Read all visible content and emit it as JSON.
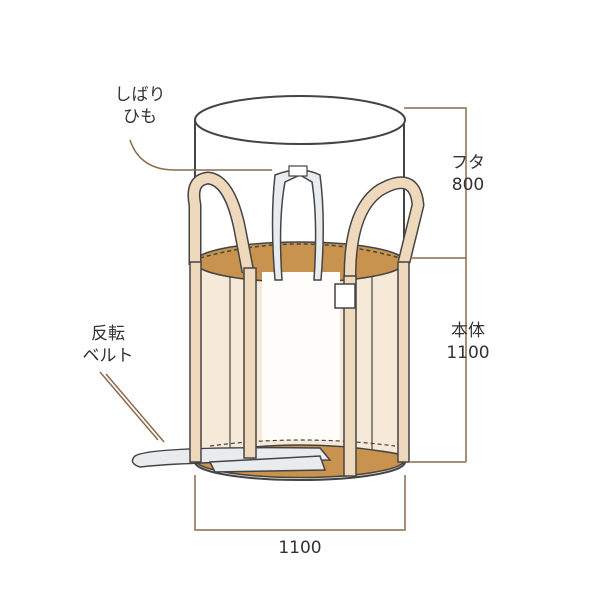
{
  "diagram": {
    "labels": {
      "tie_string": [
        "しばり",
        "ひも"
      ],
      "discharge_belt": [
        "反転",
        "ベルト"
      ],
      "lid": {
        "name": "フタ",
        "value": "800"
      },
      "body": {
        "name": "本体",
        "value": "1100"
      },
      "width": "1100"
    },
    "colors": {
      "outline": "#444444",
      "bag_body": "#F7E9D8",
      "bag_fill": "#C8934F",
      "belt": "#EFD9BC",
      "leader_line": "#8C6A4C",
      "lid_fabric": "#FFFFFF",
      "tie_string": "#E9ECEE"
    }
  }
}
